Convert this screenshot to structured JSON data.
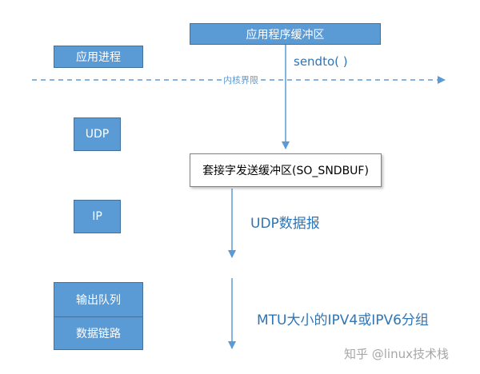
{
  "diagram": {
    "app_buffer": "应用程序缓冲区",
    "app_process": "应用进程",
    "sendto": "sendto( )",
    "kernel_boundary": "内核界限",
    "udp": "UDP",
    "socket_buffer": "套接字发送缓冲区(SO_SNDBUF)",
    "ip": "IP",
    "udp_datagram": "UDP数据报",
    "output_queue": "输出队列",
    "data_link": "数据链路",
    "mtu_packets": "MTU大小的IPV4或IPV6分组"
  },
  "watermark": "知乎 @linux技术栈",
  "colors": {
    "box_fill": "#5b9bd5",
    "line": "#5b9bd5",
    "label": "#2e75b6"
  }
}
